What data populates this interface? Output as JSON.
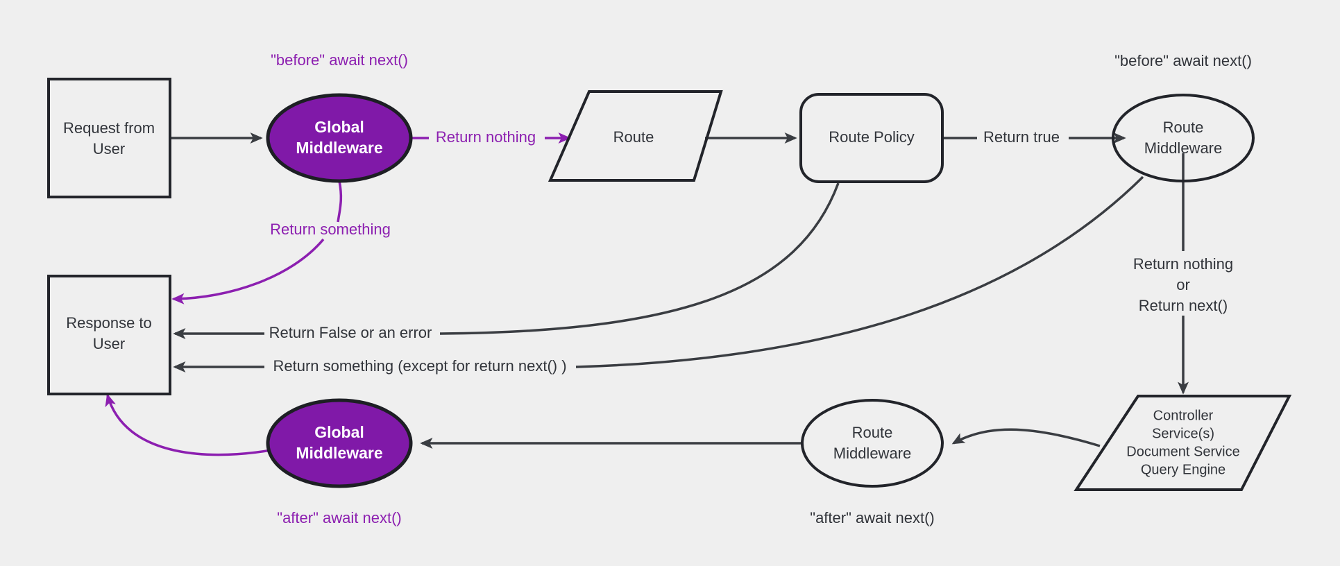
{
  "diagram": {
    "title": "Middleware request/response lifecycle flow",
    "background_color": "#efefef",
    "accent_color": "#8019a8",
    "line_color": "#3a3d42"
  },
  "nodes": {
    "request_from_user": {
      "line1": "Request from",
      "line2": "User"
    },
    "global_middleware_before": {
      "line1": "Global",
      "line2": "Middleware"
    },
    "route": {
      "line1": "Route"
    },
    "route_policy": {
      "line1": "Route Policy"
    },
    "route_middleware_before": {
      "line1": "Route",
      "line2": "Middleware"
    },
    "controller_stack": {
      "line1": "Controller",
      "line2": "Service(s)",
      "line3": "Document Service",
      "line4": "Query Engine"
    },
    "route_middleware_after": {
      "line1": "Route",
      "line2": "Middleware"
    },
    "global_middleware_after": {
      "line1": "Global",
      "line2": "Middleware"
    },
    "response_to_user": {
      "line1": "Response to",
      "line2": "User"
    }
  },
  "annotations": {
    "before_await_next_global": "\"before\" await next()",
    "before_await_next_route": "\"before\" await next()",
    "after_await_next_global": "\"after\" await next()",
    "after_await_next_route": "\"after\" await next()"
  },
  "edges": {
    "return_nothing": "Return nothing",
    "return_something": "Return something",
    "return_true": "Return true",
    "return_false_or_error": "Return False or an error",
    "return_something_except_next": "Return something (except for return next() )",
    "route_mw_branch_line1": "Return nothing",
    "route_mw_branch_line2": "or",
    "route_mw_branch_line3": "Return next()"
  }
}
